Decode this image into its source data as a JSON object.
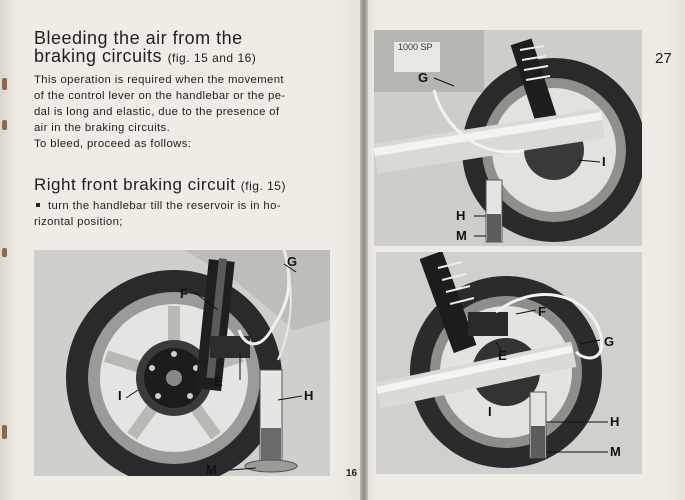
{
  "left_page": {
    "title_line1": "Bleeding the air from the",
    "title_line2": "braking circuits",
    "title_ref": "(fig. 15 and 16)",
    "intro_lines": [
      "This operation is required when the movement",
      "of the control lever on the handlebar or the pe-",
      "dal is long and elastic, due to the presence of",
      "air in the braking circuits.",
      "To bleed, proceed as follows:"
    ],
    "section_title": "Right front braking circuit",
    "section_ref": "(fig. 15)",
    "step_lines": [
      "turn the handlebar till the reservoir is in ho-",
      "rizontal position;"
    ],
    "page_number": "16",
    "figure_labels": {
      "g": "G",
      "f": "F",
      "e": "E",
      "i": "I",
      "h": "H",
      "m": "M"
    }
  },
  "right_page": {
    "page_number": "27",
    "top_figure_labels": {
      "g": "G",
      "i": "I",
      "h": "H",
      "m": "M"
    },
    "bottom_figure_labels": {
      "f": "F",
      "g": "G",
      "e": "E",
      "i": "I",
      "h": "H",
      "m": "M"
    },
    "tank_badge": "1000 SP"
  }
}
